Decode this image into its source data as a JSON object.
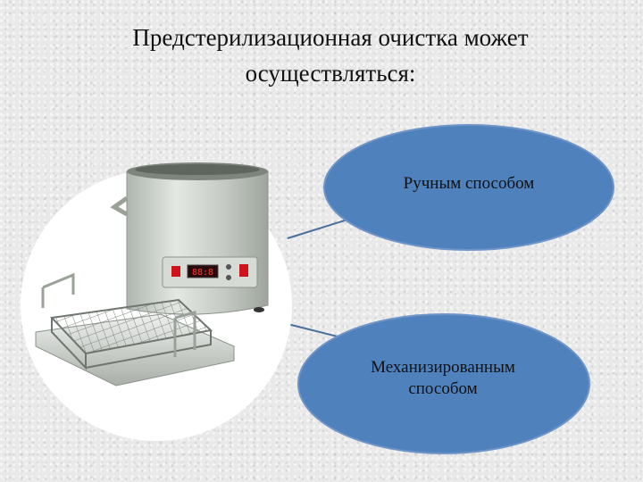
{
  "slide": {
    "title_line1": "Предстерилизационная очистка может",
    "title_line2": "осуществляться:"
  },
  "methods": [
    {
      "label": "Ручным способом"
    },
    {
      "label_line1": "Механизированным",
      "label_line2": "способом"
    }
  ],
  "device": {
    "display_readout": "88:8"
  },
  "colors": {
    "ellipse_fill": "#4f81bd",
    "connector": "#4a6f9c",
    "steel": "#c9cfc9"
  }
}
